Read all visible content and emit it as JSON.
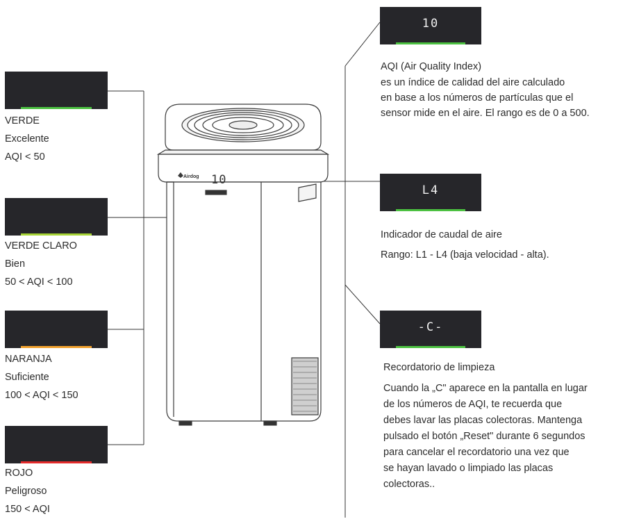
{
  "left_levels": [
    {
      "color_name": "VERDE",
      "quality": "Excelente",
      "range": "AQI < 50",
      "strip": "#4cc141"
    },
    {
      "color_name": "VERDE CLARO",
      "quality": "Bien",
      "range": "50 < AQI < 100",
      "strip": "#a7d437"
    },
    {
      "color_name": "NARANJA",
      "quality": "Suficiente",
      "range": "100 < AQI < 150",
      "strip": "#f0a12f"
    },
    {
      "color_name": "ROJO",
      "quality": "Peligroso",
      "range": "150 < AQI",
      "strip": "#e52b2b"
    }
  ],
  "device": {
    "brand": "Airdog",
    "display": "10"
  },
  "aqi": {
    "display": "10",
    "strip": "#4cc141",
    "title": "AQI (Air Quality Index)",
    "lines": [
      "es un índice de calidad del aire calculado",
      "en base a los números de partículas que el",
      "sensor mide en el aire. El rango es de 0 a 500."
    ]
  },
  "airflow": {
    "display": "L4",
    "strip": "#4cc141",
    "title": "Indicador de caudal de aire",
    "range": "Rango: L1 - L4 (baja velocidad - alta)."
  },
  "cleaning": {
    "display": "-C-",
    "strip": "#4cc141",
    "title": "Recordatorio de limpieza",
    "lines": [
      "Cuando la „C\" aparece en la pantalla en lugar",
      "de los números de AQI, te recuerda que",
      "debes lavar las placas colectoras. Mantenga",
      "pulsado el botón „Reset\" durante 6 segundos",
      "para cancelar el recordatorio una vez que",
      "se hayan lavado o limpiado las placas",
      "colectoras.."
    ]
  }
}
